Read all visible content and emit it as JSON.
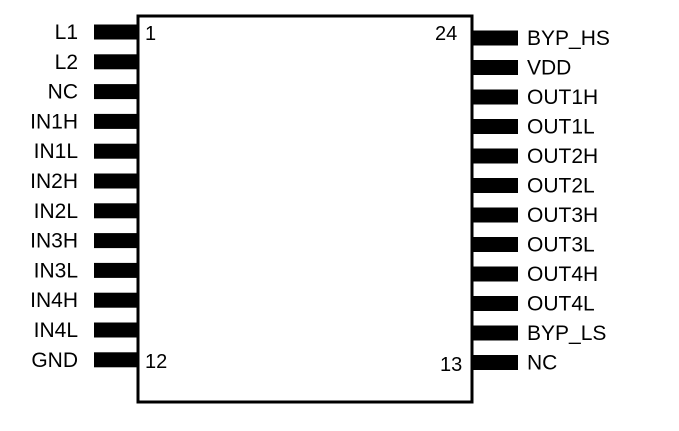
{
  "pin_numbers": {
    "first": "1",
    "left_last": "12",
    "right_last": "13",
    "last": "24"
  },
  "left_pins": [
    "L1",
    "L2",
    "NC",
    "IN1H",
    "IN1L",
    "IN2H",
    "IN2L",
    "IN3H",
    "IN3L",
    "IN4H",
    "IN4L",
    "GND"
  ],
  "right_pins": [
    "BYP_HS",
    "VDD",
    "OUT1H",
    "OUT1L",
    "OUT2H",
    "OUT2L",
    "OUT3H",
    "OUT3L",
    "OUT4H",
    "OUT4L",
    "BYP_LS",
    "NC"
  ],
  "colors": {
    "outline": "#000000",
    "pin": "#000000",
    "background": "#ffffff"
  }
}
